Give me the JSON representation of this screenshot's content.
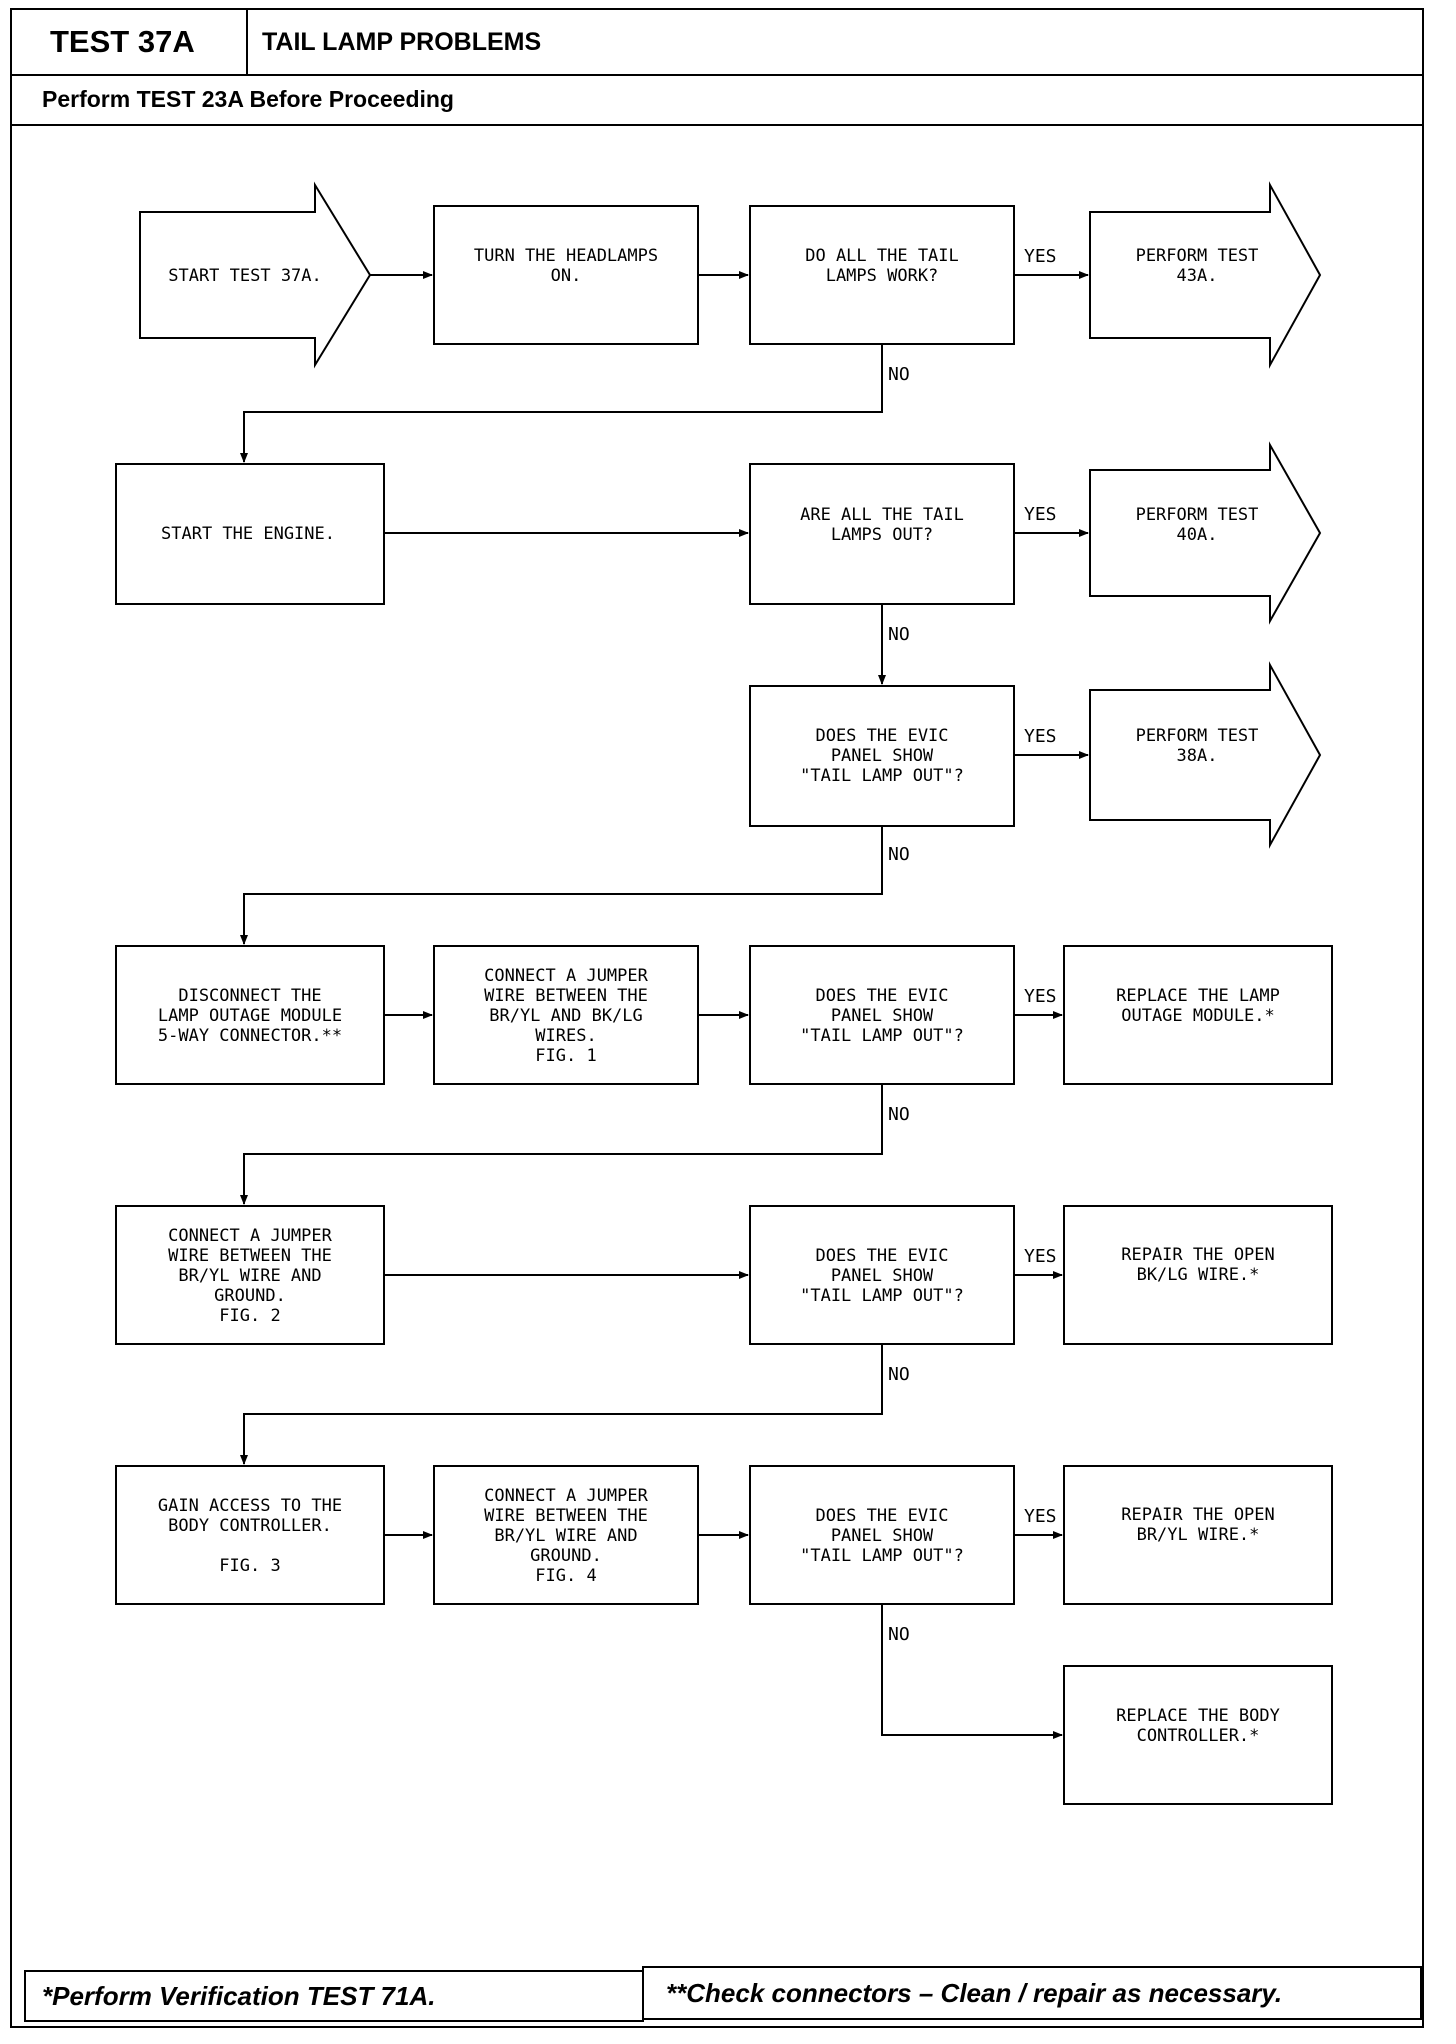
{
  "header": {
    "test_id": "TEST 37A",
    "title": "TAIL LAMP PROBLEMS",
    "prerequisite": "Perform TEST 23A Before Proceeding"
  },
  "flow": {
    "start": [
      "START TEST 37A."
    ],
    "headlamps_on": [
      "TURN THE HEADLAMPS",
      "ON."
    ],
    "q_all_work": [
      "DO ALL THE TAIL",
      "LAMPS WORK?"
    ],
    "perform_43a": [
      "PERFORM TEST",
      "43A."
    ],
    "start_engine": [
      "START THE ENGINE."
    ],
    "q_all_out": [
      "ARE ALL THE TAIL",
      "LAMPS OUT?"
    ],
    "perform_40a": [
      "PERFORM TEST",
      "40A."
    ],
    "q_evic_1": [
      "DOES THE EVIC",
      "PANEL SHOW",
      "\"TAIL LAMP OUT\"?"
    ],
    "perform_38a": [
      "PERFORM TEST",
      "38A."
    ],
    "disconnect_module": [
      "DISCONNECT THE",
      "LAMP OUTAGE MODULE",
      "5-WAY CONNECTOR.**"
    ],
    "jumper_bryl_bklg": [
      "CONNECT A JUMPER",
      "WIRE BETWEEN THE",
      "BR/YL AND BK/LG",
      "WIRES.",
      "FIG. 1"
    ],
    "q_evic_2": [
      "DOES THE EVIC",
      "PANEL SHOW",
      "\"TAIL LAMP OUT\"?"
    ],
    "replace_module": [
      "REPLACE THE LAMP",
      "OUTAGE MODULE.*"
    ],
    "jumper_bryl_ground_1": [
      "CONNECT A JUMPER",
      "WIRE BETWEEN THE",
      "BR/YL WIRE AND",
      "GROUND.",
      "FIG. 2"
    ],
    "q_evic_3": [
      "DOES THE EVIC",
      "PANEL SHOW",
      "\"TAIL LAMP OUT\"?"
    ],
    "repair_bklg": [
      "REPAIR THE OPEN",
      "BK/LG WIRE.*"
    ],
    "access_controller": [
      "GAIN ACCESS TO THE",
      "BODY CONTROLLER.",
      "",
      "FIG. 3"
    ],
    "jumper_bryl_ground_2": [
      "CONNECT A JUMPER",
      "WIRE BETWEEN THE",
      "BR/YL WIRE AND",
      "GROUND.",
      "FIG. 4"
    ],
    "q_evic_4": [
      "DOES THE EVIC",
      "PANEL SHOW",
      "\"TAIL LAMP OUT\"?"
    ],
    "repair_bryl": [
      "REPAIR THE OPEN",
      "BR/YL WIRE.*"
    ],
    "replace_controller": [
      "REPLACE THE BODY",
      "CONTROLLER.*"
    ]
  },
  "labels": {
    "yes": "YES",
    "no": "NO"
  },
  "footer": {
    "left": "*Perform Verification TEST 71A.",
    "right": "**Check connectors – Clean / repair as necessary."
  }
}
